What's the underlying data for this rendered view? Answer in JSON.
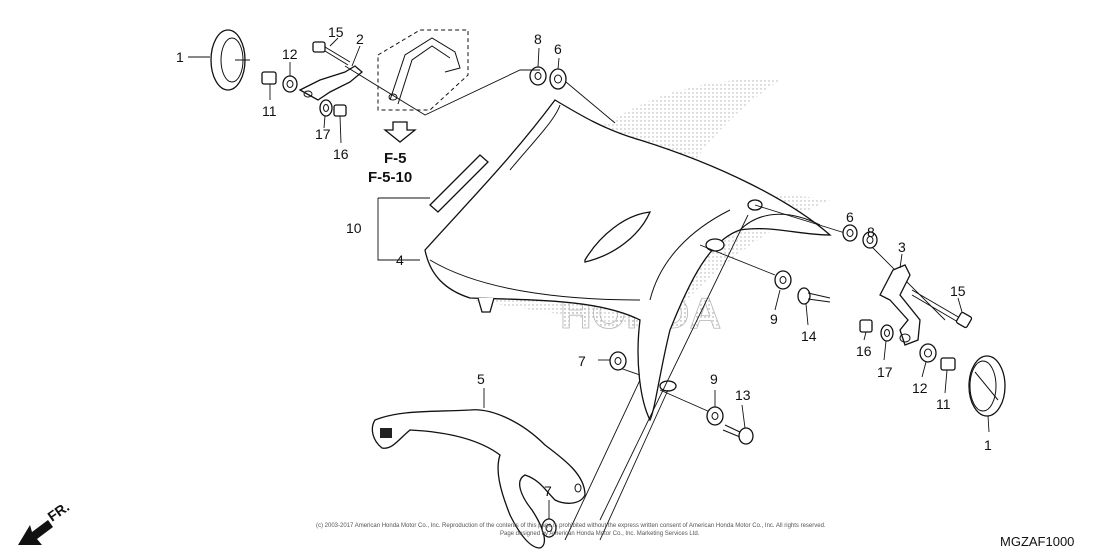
{
  "callouts": {
    "c1a": "1",
    "c1b": "1",
    "c2": "2",
    "c3": "3",
    "c4": "4",
    "c5": "5",
    "c6a": "6",
    "c6b": "6",
    "c7a": "7",
    "c7b": "7",
    "c8a": "8",
    "c8b": "8",
    "c9a": "9",
    "c9b": "9",
    "c10": "10",
    "c11a": "11",
    "c11b": "11",
    "c12a": "12",
    "c12b": "12",
    "c13": "13",
    "c14": "14",
    "c15a": "15",
    "c15b": "15",
    "c16a": "16",
    "c16b": "16",
    "c17a": "17",
    "c17b": "17"
  },
  "references": {
    "ref1": "F-5",
    "ref2": "F-5-10"
  },
  "diagram_code": "MGZAF1000",
  "direction_label": "FR.",
  "copyright": {
    "line1": "(c) 2003-2017 American Honda Motor Co., Inc. Reproduction of the contents of this page is prohibited without the express written consent of American Honda Motor Co., Inc. All rights reserved.",
    "line2": "Page designed by American Honda Motor Co., Inc. Marketing Services Ltd."
  },
  "watermark": "HONDA"
}
